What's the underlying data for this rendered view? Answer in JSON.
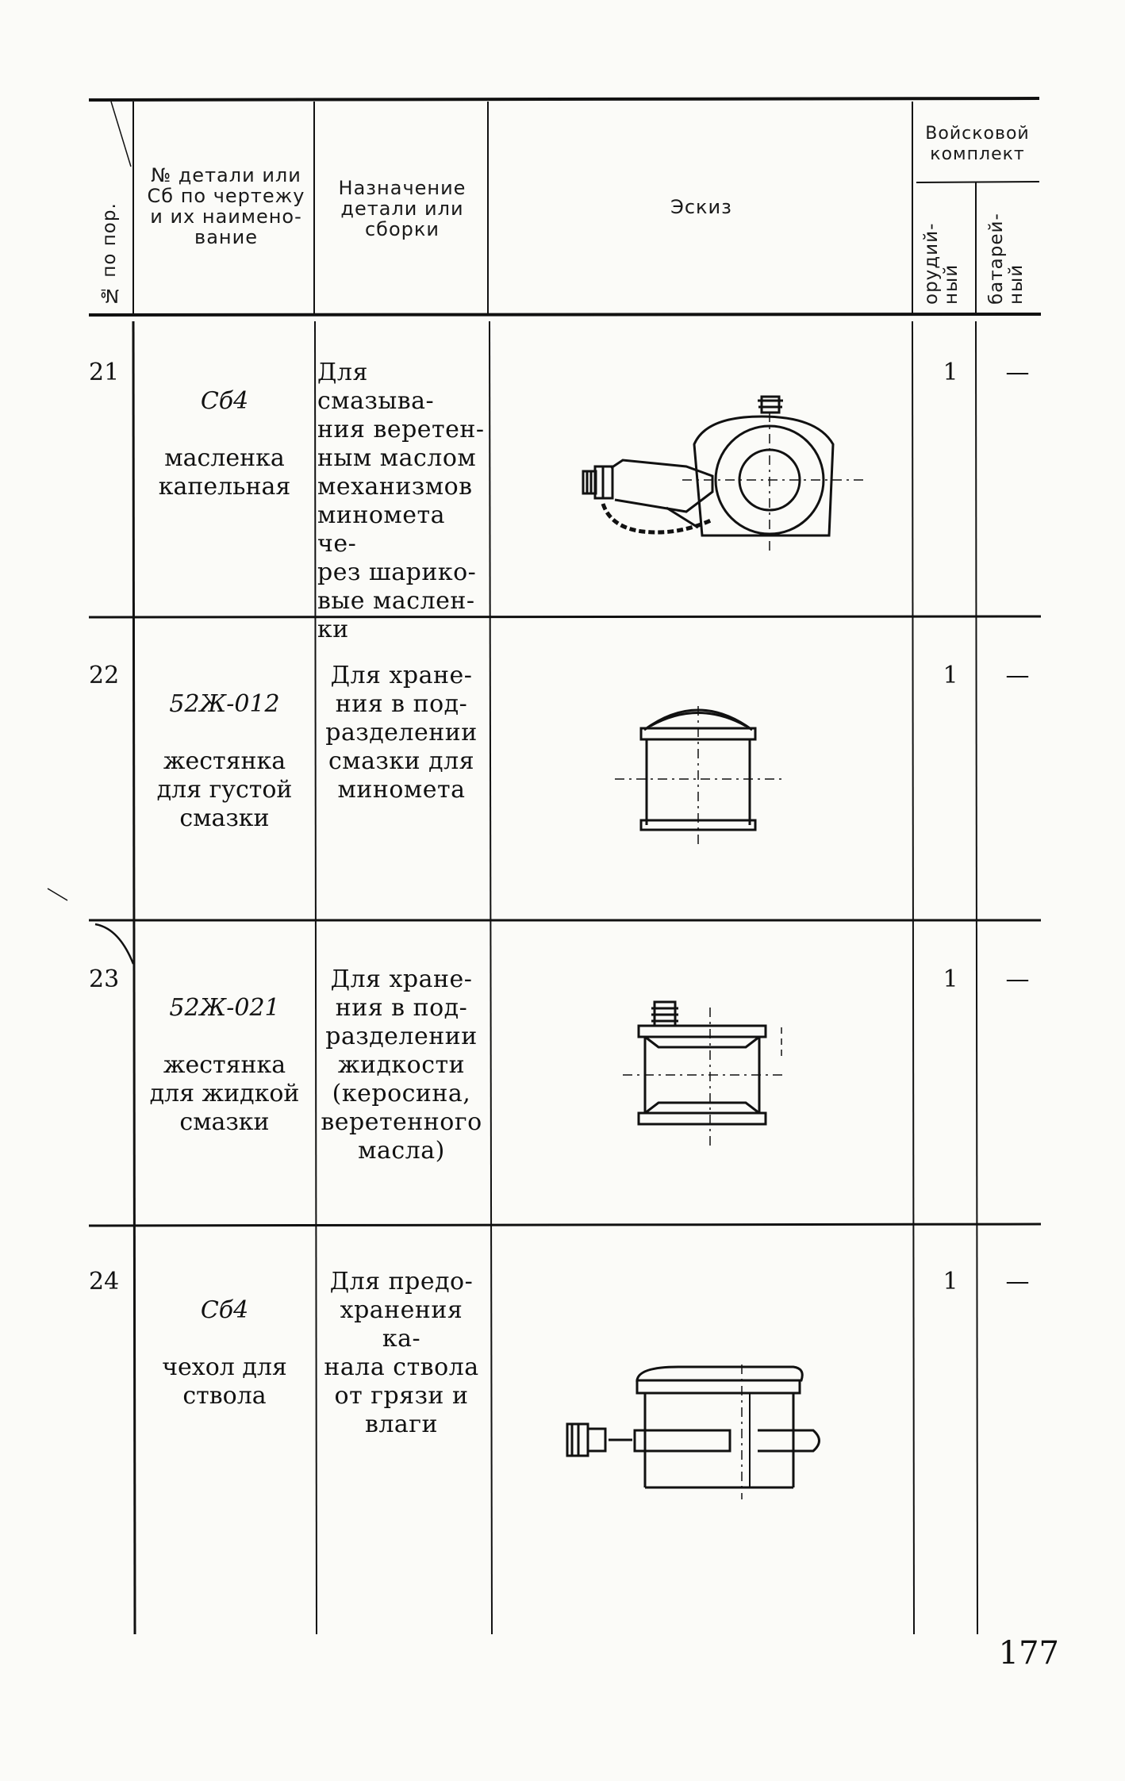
{
  "table": {
    "headers": {
      "row_no": "№ по пор.",
      "part": "№ детали или\nСб по чертежу\nи их наимено-\nвание",
      "purpose": "Назначение\nдетали или\nсборки",
      "sketch": "Эскиз",
      "kit": "Войсковой\nкомплект",
      "kit_gun": "орудий-\nный",
      "kit_battery": "батарей-\nный"
    },
    "rows": [
      {
        "no": "21",
        "code": "Сб4",
        "name": "масленка\nкапельная",
        "purpose": "Для смазыва-\nния веретен-\nным маслом\nмеханизмов\nминомета че-\nрез шарико-\nвые маслен-\nки",
        "sketch_icon": "oil-can-drip-icon",
        "gun": "1",
        "battery": "—"
      },
      {
        "no": "22",
        "code": "52Ж-012",
        "name": "жестянка\nдля густой\nсмазки",
        "purpose": "Для хране-\nния в под-\nразделении\nсмазки для\nминомета",
        "sketch_icon": "grease-tin-icon",
        "gun": "1",
        "battery": "—"
      },
      {
        "no": "23",
        "code": "52Ж-021",
        "name": "жестянка\nдля жидкой\nсмазки",
        "purpose": "Для хране-\nния в под-\nразделении\nжидкости\n(керосина,\nверетенного\nмасла)",
        "sketch_icon": "liquid-tin-icon",
        "gun": "1",
        "battery": "—"
      },
      {
        "no": "24",
        "code": "Сб4",
        "name": "чехол для\nствола",
        "purpose": "Для предо-\nхранения ка-\nнала ствола\nот грязи и\nвлаги",
        "sketch_icon": "barrel-cover-icon",
        "gun": "1",
        "battery": "—"
      }
    ]
  },
  "page_number": "177"
}
